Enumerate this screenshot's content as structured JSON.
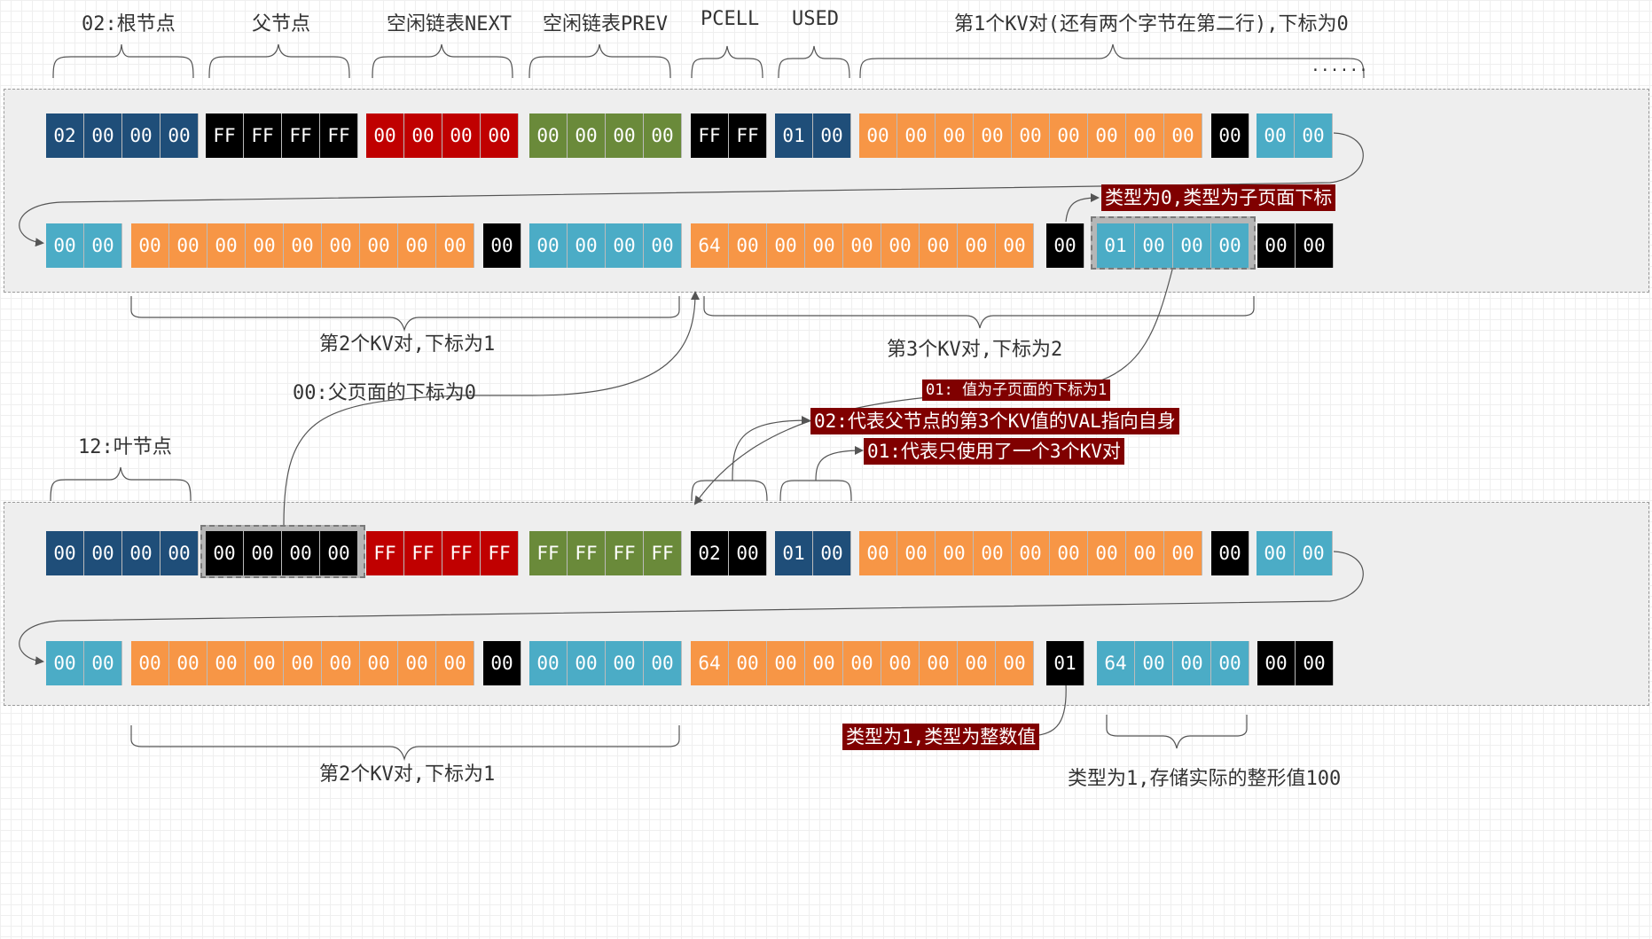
{
  "colors": {
    "navy": "#1f4e79",
    "black": "#000000",
    "red": "#c00000",
    "green": "#6a8a3a",
    "orange": "#f79646",
    "cyan": "#4bacc6",
    "annotation_bg": "#800000",
    "panel": "#eeeeee"
  },
  "top_labels": {
    "root_node": "02:根节点",
    "parent_node": "父节点",
    "free_next": "空闲链表NEXT",
    "free_prev": "空闲链表PREV",
    "pcell": "PCELL",
    "used": "USED",
    "kv1": "第1个KV对(还有两个字节在第二行),下标为0",
    "ellipsis": "......"
  },
  "page1": {
    "row1": {
      "header": [
        "02",
        "00",
        "00",
        "00"
      ],
      "parent": [
        "FF",
        "FF",
        "FF",
        "FF"
      ],
      "next": [
        "00",
        "00",
        "00",
        "00"
      ],
      "prev": [
        "00",
        "00",
        "00",
        "00"
      ],
      "pcell": [
        "FF",
        "FF"
      ],
      "used": [
        "01",
        "00"
      ],
      "kv_data": [
        "00",
        "00",
        "00",
        "00",
        "00",
        "00",
        "00",
        "00",
        "00"
      ],
      "kv_type": [
        "00"
      ],
      "kv_key": [
        "00",
        "00"
      ]
    },
    "row2": {
      "kv1_key_tail": [
        "00",
        "00"
      ],
      "kv2_data": [
        "00",
        "00",
        "00",
        "00",
        "00",
        "00",
        "00",
        "00",
        "00"
      ],
      "kv2_type": [
        "00"
      ],
      "kv2_key": [
        "00",
        "00",
        "00",
        "00"
      ],
      "kv3_data": [
        "64",
        "00",
        "00",
        "00",
        "00",
        "00",
        "00",
        "00",
        "00"
      ],
      "kv3_type": [
        "00"
      ],
      "kv3_key": [
        "01",
        "00",
        "00",
        "00"
      ],
      "tail": [
        "00",
        "00"
      ]
    },
    "annotations": {
      "type0": "类型为0,类型为子页面下标",
      "kv2": "第2个KV对,下标为1",
      "kv3": "第3个KV对,下标为2"
    }
  },
  "middle_annotations": {
    "parent_index": "00:父页面的下标为0",
    "child_index": "01: 值为子页面的下标为1",
    "pcell_note": "02:代表父节点的第3个KV值的VAL指向自身",
    "used_note": "01:代表只使用了一个3个KV对",
    "leaf_node": "12:叶节点"
  },
  "page2": {
    "row1": {
      "header": [
        "00",
        "00",
        "00",
        "00"
      ],
      "parent": [
        "00",
        "00",
        "00",
        "00"
      ],
      "next": [
        "FF",
        "FF",
        "FF",
        "FF"
      ],
      "prev": [
        "FF",
        "FF",
        "FF",
        "FF"
      ],
      "pcell": [
        "02",
        "00"
      ],
      "used": [
        "01",
        "00"
      ],
      "kv_data": [
        "00",
        "00",
        "00",
        "00",
        "00",
        "00",
        "00",
        "00",
        "00"
      ],
      "kv_type": [
        "00"
      ],
      "kv_key": [
        "00",
        "00"
      ]
    },
    "row2": {
      "kv1_key_tail": [
        "00",
        "00"
      ],
      "kv2_data": [
        "00",
        "00",
        "00",
        "00",
        "00",
        "00",
        "00",
        "00",
        "00"
      ],
      "kv2_type": [
        "00"
      ],
      "kv2_key": [
        "00",
        "00",
        "00",
        "00"
      ],
      "kv3_data": [
        "64",
        "00",
        "00",
        "00",
        "00",
        "00",
        "00",
        "00",
        "00"
      ],
      "kv3_type": [
        "01"
      ],
      "kv3_key": [
        "64",
        "00",
        "00",
        "00"
      ],
      "tail": [
        "00",
        "00"
      ]
    },
    "annotations": {
      "type1": "类型为1,类型为整数值",
      "kv2": "第2个KV对,下标为1",
      "int_value": "类型为1,存储实际的整形值100"
    }
  }
}
